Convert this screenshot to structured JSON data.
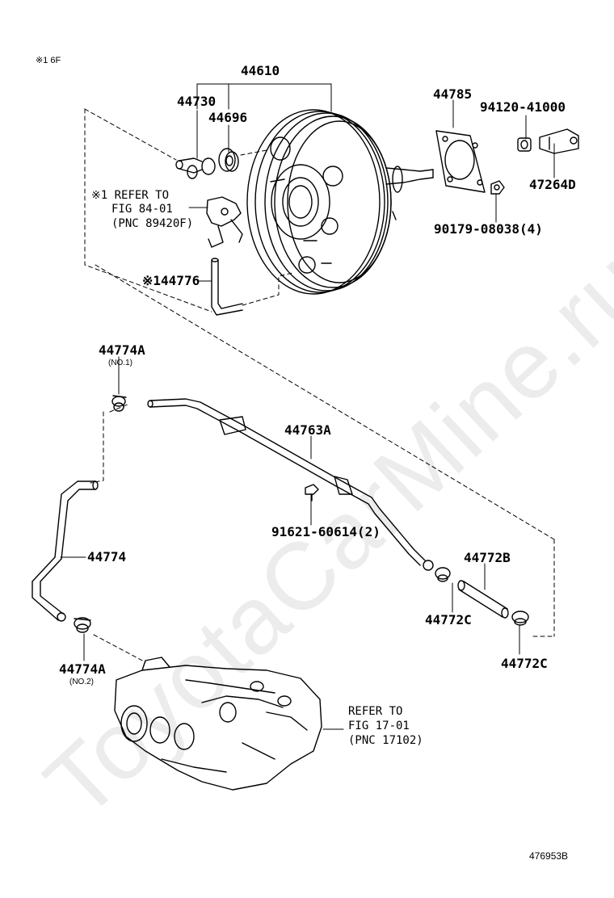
{
  "header": {
    "model_note": "※1 6F"
  },
  "watermark": "ToyotaCarMine.ru",
  "figure_id": "476953B",
  "labels": {
    "p44610": "44610",
    "p44730": "44730",
    "p44696": "44696",
    "p44785": "44785",
    "p94120": "94120-41000",
    "p47264D": "47264D",
    "p90179": "90179-08038(4)",
    "ref84_line1": "※1 REFER TO",
    "ref84_line2": "FIG 84-01",
    "ref84_line3": "(PNC 89420F)",
    "p44776": "※144776",
    "p44774A_top": "44774A",
    "p44774A_top_sub": "(NO.1)",
    "p44763A": "44763A",
    "p91621": "91621-60614(2)",
    "p44774": "44774",
    "p44772B": "44772B",
    "p44772C_a": "44772C",
    "p44772C_b": "44772C",
    "p44774A_bot": "44774A",
    "p44774A_bot_sub": "(NO.2)",
    "ref17_line1": "REFER TO",
    "ref17_line2": "FIG 17-01",
    "ref17_line3": "(PNC 17102)"
  }
}
